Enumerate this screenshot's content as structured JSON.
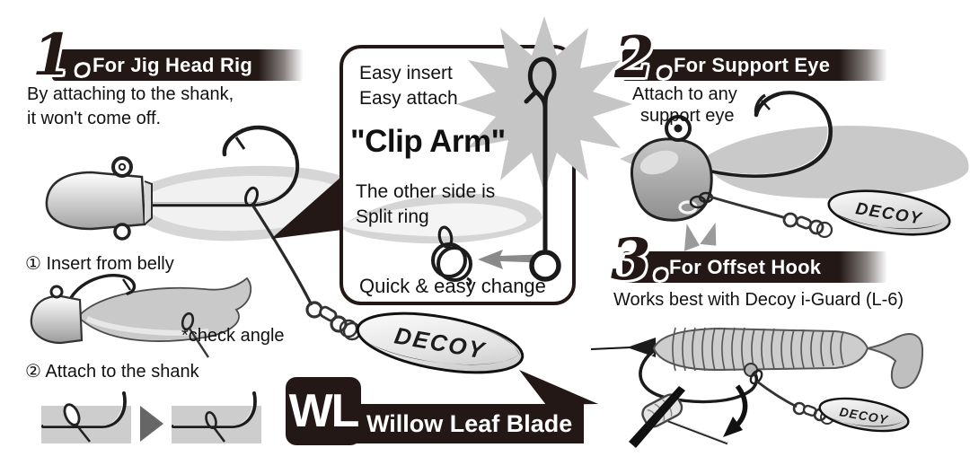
{
  "sections": {
    "jig_head": {
      "number": "1.",
      "title": "For Jig Head Rig",
      "desc_line1": "By attaching to the shank,",
      "desc_line2": "it won't come off.",
      "step1_label": "① Insert from belly",
      "check_note": "*check angle",
      "step2_label": "② Attach to the shank"
    },
    "support_eye": {
      "number": "2.",
      "title": "For Support Eye",
      "desc_line1": "Attach to any",
      "desc_line2": "support eye"
    },
    "offset_hook": {
      "number": "3.",
      "title": "For Offset Hook",
      "desc": "Works best with Decoy i-Guard (L-6)"
    }
  },
  "callout": {
    "feature_line1": "Easy insert",
    "feature_line2": "Easy attach",
    "headline": "\"Clip Arm\"",
    "other_side_line1": "The other side is",
    "other_side_line2": "Split ring",
    "bottom_note": "Quick & easy change"
  },
  "banner": {
    "code": "WL",
    "name": "Willow Leaf Blade"
  },
  "blade_brand": "DECOY",
  "colors": {
    "bar_dark": "#231815",
    "ghost_gray": "#d6d6d6",
    "silhouette_gray": "#c9c9c9",
    "starburst_gray": "#c5c5c5",
    "arrow_gray": "#8a8a8a"
  }
}
